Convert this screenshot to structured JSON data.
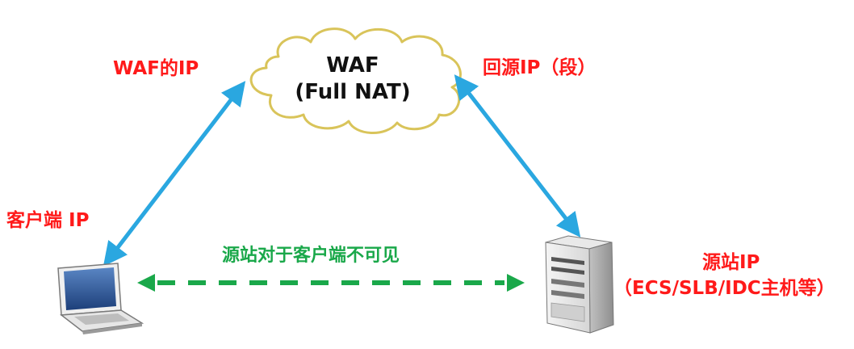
{
  "cloud": {
    "line1": "WAF",
    "line2": "(Full NAT)"
  },
  "labels": {
    "waf_ip": "WAF的IP",
    "origin_ip_segment": "回源IP（段）",
    "client_ip": "客户端 IP",
    "origin_invisible": "源站对于客户端不可见",
    "origin_ip": "源站IP",
    "origin_hosts": "（ECS/SLB/IDC主机等）"
  },
  "colors": {
    "label_red": "#ff1a1a",
    "label_green": "#1aa84a",
    "arrow_blue": "#2aa7e0",
    "arrow_green": "#1aa84a",
    "cloud_outline": "#d9c45a"
  },
  "icons": [
    "cloud-icon",
    "laptop-icon",
    "server-icon"
  ]
}
